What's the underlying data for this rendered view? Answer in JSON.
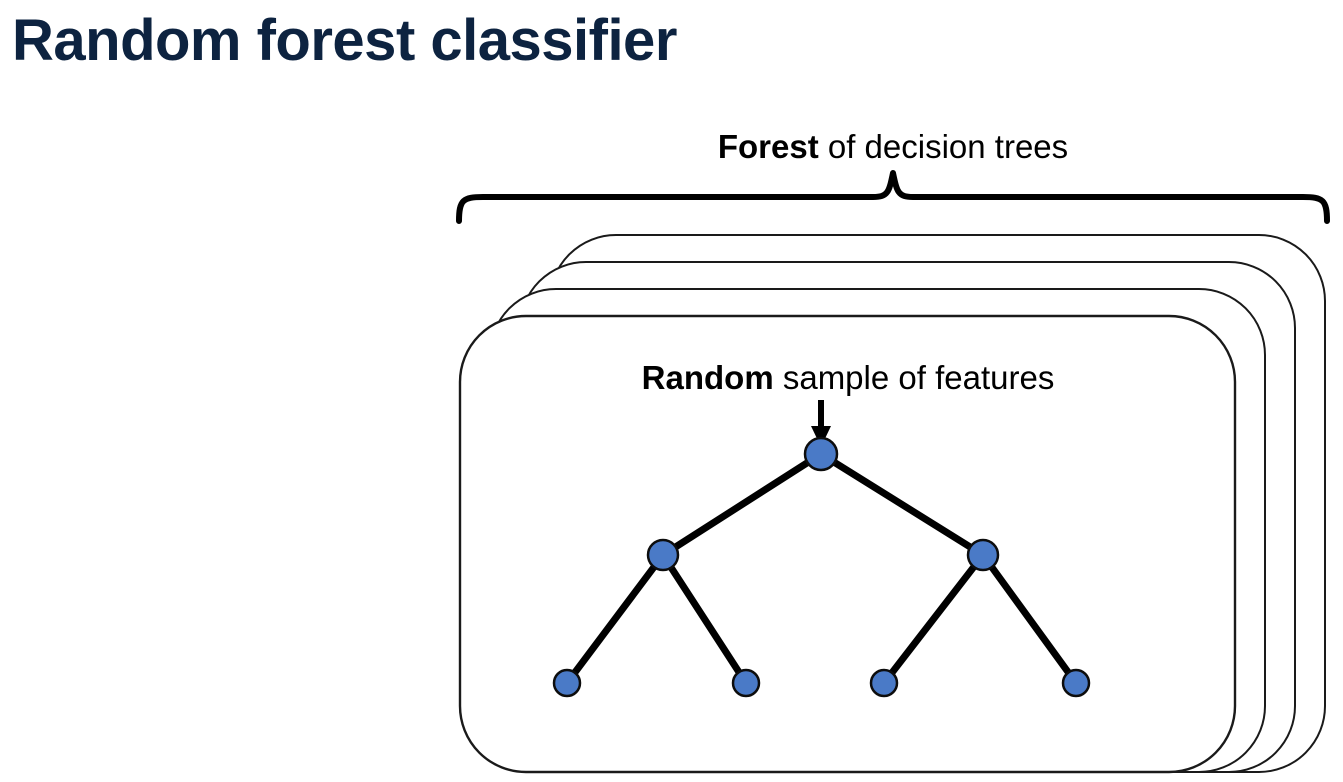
{
  "page": {
    "title": "Random forest classifier",
    "title_color": "#0d2340",
    "background_color": "#ffffff"
  },
  "diagram": {
    "type": "random-forest-illustration",
    "forest_label": {
      "bold_part": "Forest",
      "rest_part": " of decision trees",
      "full": "Forest of decision trees"
    },
    "features_label": {
      "bold_part": "Random",
      "rest_part": " sample of features",
      "full": "Random sample of features"
    },
    "brace": {
      "name": "curly-brace",
      "orientation": "top",
      "stroke_color": "#000000"
    },
    "arrow": {
      "name": "down-arrow",
      "direction": "down",
      "stroke_color": "#000000"
    },
    "cards": {
      "count": 4,
      "stroke_color": "#1a1a1a",
      "fill_color": "#ffffff",
      "corner_radius": 66
    },
    "tree": {
      "node_fill": "#4a7ac7",
      "node_stroke": "#0d0d0d",
      "edge_color": "#000000",
      "levels": 3,
      "node_counts": [
        1,
        2,
        4
      ],
      "total_nodes": 7
    }
  }
}
